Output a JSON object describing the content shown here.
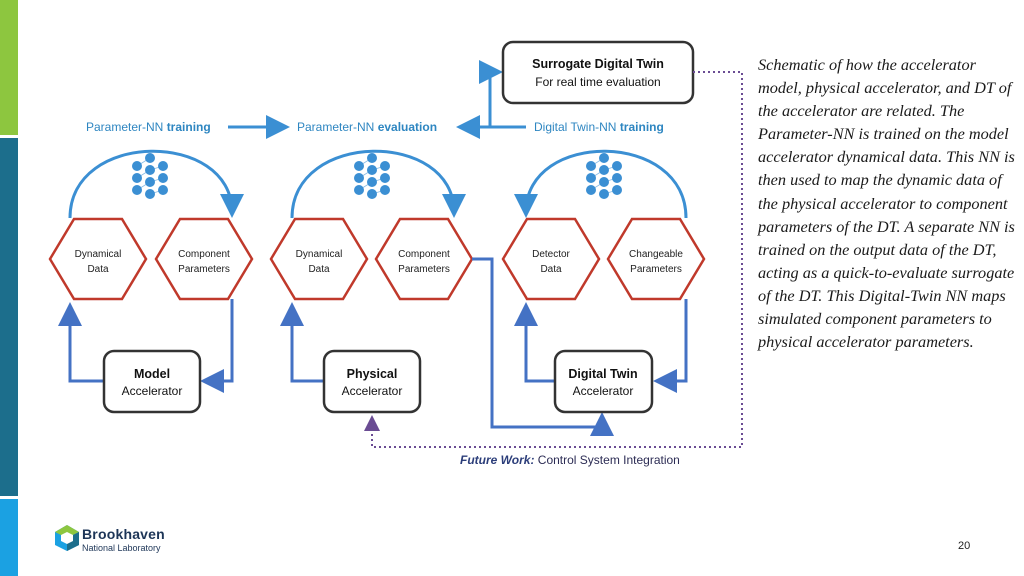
{
  "diagram": {
    "sections": {
      "param_training": {
        "prefix": "Parameter-NN ",
        "emph": "training"
      },
      "param_evaluation": {
        "prefix": "Parameter-NN ",
        "emph": "evaluation"
      },
      "dt_training": {
        "prefix": "Digital Twin-NN ",
        "emph": "training"
      }
    },
    "surrogate": {
      "title": "Surrogate Digital Twin",
      "subtitle": "For real time evaluation"
    },
    "hexagons": {
      "h1": [
        "Dynamical",
        "Data"
      ],
      "h2": [
        "Component",
        "Parameters"
      ],
      "h3": [
        "Dynamical",
        "Data"
      ],
      "h4": [
        "Component",
        "Parameters"
      ],
      "h5": [
        "Detector",
        "Data"
      ],
      "h6": [
        "Changeable",
        "Parameters"
      ]
    },
    "accelerators": {
      "model": [
        "Model",
        "Accelerator"
      ],
      "physical": [
        "Physical",
        "Accelerator"
      ],
      "digital_twin": [
        "Digital Twin",
        "Accelerator"
      ]
    },
    "future_work": {
      "label": "Future Work:",
      "text": " Control System Integration"
    }
  },
  "caption": "Schematic of how the accelerator model, physical accelerator, and DT of the accelerator are related. The Parameter-NN is trained on the model accelerator dynamical data. This NN is then used to map the dynamic data of the physical accelerator to component parameters of the DT. A separate NN is trained on the output data of the DT, acting as a quick-to-evaluate surrogate of the DT. This Digital-Twin NN maps simulated component parameters to physical accelerator parameters.",
  "logo": {
    "name": "Brookhaven",
    "sub": "National Laboratory"
  },
  "page_number": "20",
  "colors": {
    "arrow_blue": "#3b8fd3",
    "connector_blue": "#4472c4",
    "hex_red": "#c0392b",
    "label_blue": "#2e86c1",
    "dotted_purple": "#6a4c93"
  }
}
